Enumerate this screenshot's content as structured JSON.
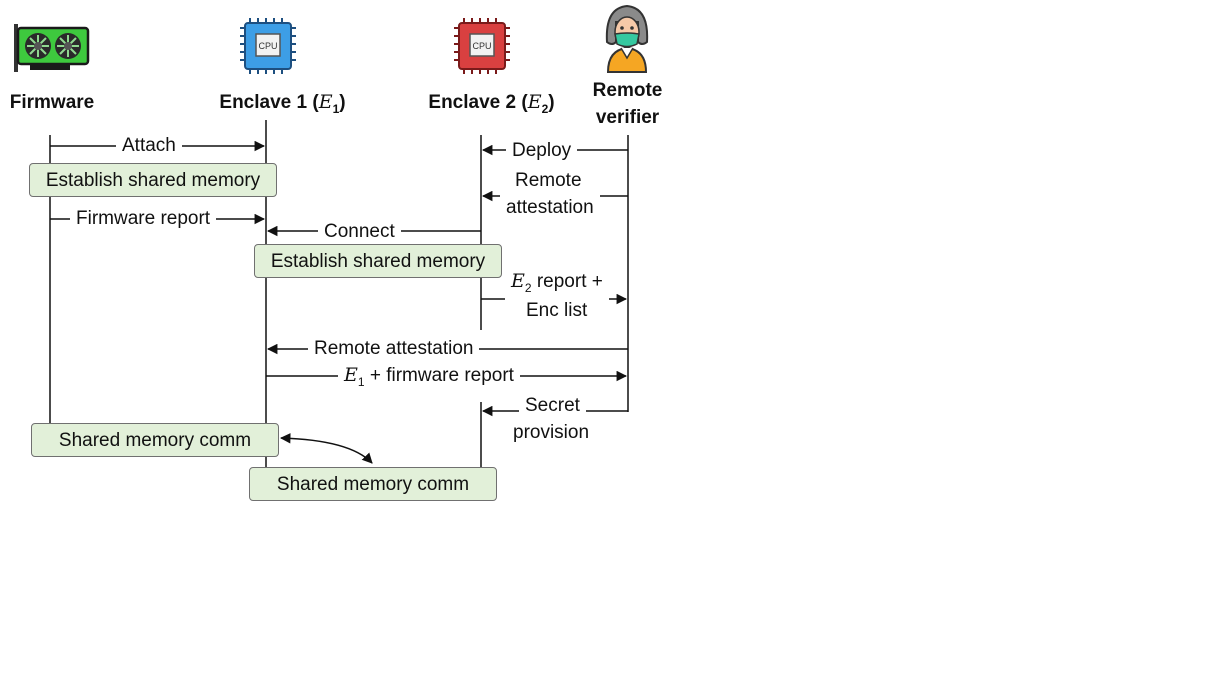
{
  "participants": {
    "firmware": "Firmware",
    "enclave1": "Enclave 1",
    "enclave1_sym": "E",
    "enclave1_sub": "1",
    "enclave2": "Enclave 2",
    "enclave2_sym": "E",
    "enclave2_sub": "2",
    "verifier_line1": "Remote",
    "verifier_line2": "verifier"
  },
  "icons": {
    "firmware": "graphics-card-icon",
    "enclave1": "cpu-chip-icon-blue",
    "enclave2": "cpu-chip-icon-red",
    "verifier": "person-with-mask-icon",
    "chip_text": "CPU"
  },
  "messages": {
    "attach": "Attach",
    "firmware_report": "Firmware report",
    "connect": "Connect",
    "deploy": "Deploy",
    "remote_attestation_1_line1": "Remote",
    "remote_attestation_1_line2": "attestation",
    "e2_report_sym": "E",
    "e2_report_sub": "2",
    "e2_report_rest": " report +",
    "enc_list": "Enc list",
    "remote_attestation_2": "Remote attestation",
    "e1_report_sym": "E",
    "e1_report_sub": "1",
    "e1_report_rest": " + firmware report",
    "secret_line1": "Secret",
    "secret_line2": "provision"
  },
  "boxes": {
    "shared_mem_fw": "Establish shared memory",
    "shared_mem_e1": "Establish shared memory",
    "comm_fw": "Shared memory comm",
    "comm_e1": "Shared memory comm"
  },
  "colors": {
    "box_fill": "#e2f0d9",
    "box_border": "#707070",
    "gpu_green": "#3ec93e",
    "chip_blue": "#3d9ee6",
    "chip_red": "#d94040"
  }
}
